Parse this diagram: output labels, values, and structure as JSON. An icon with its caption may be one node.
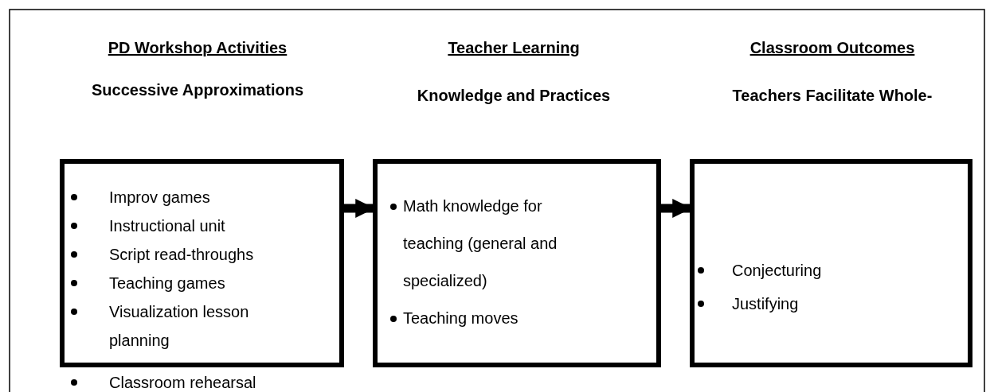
{
  "diagram": {
    "nodes": [
      {
        "text": [
          "Successive Approximations",
          "Improv games",
          "Instructional unit",
          "Script read-throughs",
          "Teaching games",
          "Visualization lesson planning",
          "Classroom rehearsal"
        ]
      },
      {
        "text": [
          "Knowledge and Practices",
          "Math knowledge for teaching (general and specialized)",
          "Teaching moves"
        ]
      },
      {
        "text": [
          "Teachers Facilitate Whole-",
          "Conjecturing",
          "Justifying"
        ]
      }
    ],
    "edges": [
      {
        "from": 0,
        "to": 1,
        "arrow": "to"
      },
      {
        "from": 1,
        "to": 2,
        "arrow": "to"
      }
    ],
    "labels": [
      "PD Workshop Activities",
      "Teacher Learning",
      "Classroom Outcomes"
    ]
  }
}
